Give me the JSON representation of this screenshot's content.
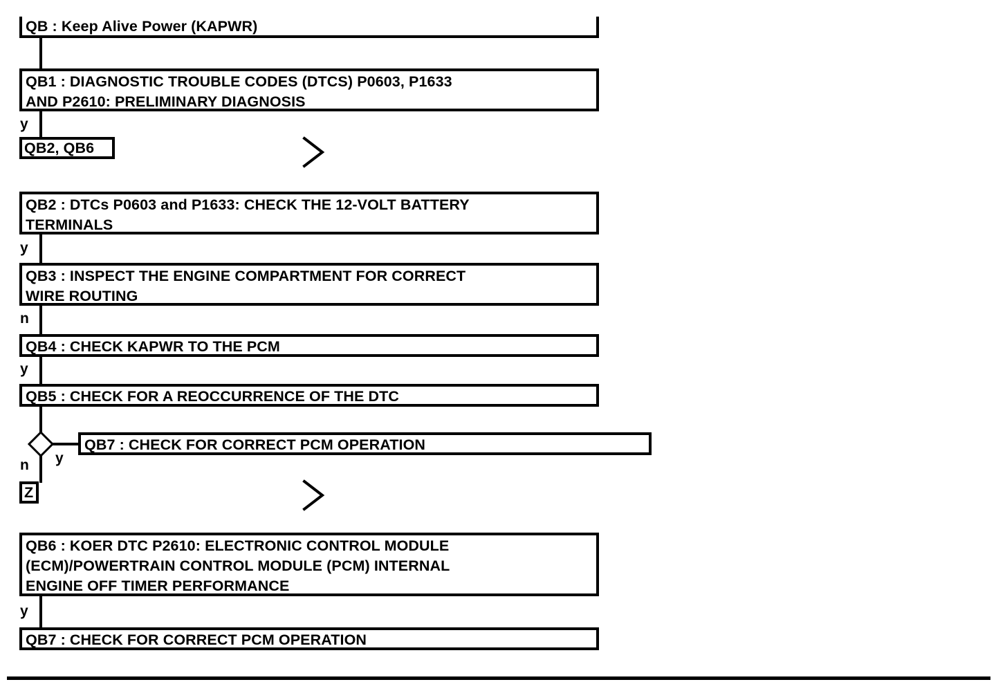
{
  "document": {
    "title": "QB : Keep Alive Power (KAPWR)",
    "type": "diagnostic-flowchart",
    "ink_color": "#000000",
    "background_color": "#ffffff"
  },
  "nodes": {
    "qb": {
      "label": "QB : Keep Alive Power (KAPWR)"
    },
    "qb1": {
      "label": "QB1 : DIAGNOSTIC TROUBLE CODES (DTCS) P0603, P1633\nAND P2610: PRELIMINARY DIAGNOSIS"
    },
    "qb2_qb6_ref": {
      "label": "QB2, QB6"
    },
    "qb2": {
      "label": "QB2 : DTCs P0603 and P1633: CHECK THE 12-VOLT BATTERY\nTERMINALS"
    },
    "qb3": {
      "label": "QB3 : INSPECT THE ENGINE COMPARTMENT FOR CORRECT\nWIRE ROUTING"
    },
    "qb4": {
      "label": "QB4 : CHECK KAPWR TO THE PCM"
    },
    "qb5": {
      "label": "QB5 : CHECK FOR A REOCCURRENCE OF THE DTC"
    },
    "qb7_branch": {
      "label": "QB7 : CHECK FOR CORRECT PCM OPERATION"
    },
    "z_ref": {
      "label": "Z"
    },
    "qb6": {
      "label": "QB6 : KOER DTC P2610: ELECTRONIC CONTROL MODULE\n(ECM)/POWERTRAIN CONTROL MODULE (PCM) INTERNAL\nENGINE OFF TIMER PERFORMANCE"
    },
    "qb7": {
      "label": "QB7 : CHECK FOR CORRECT PCM OPERATION"
    }
  },
  "branch_labels": {
    "qb1_to_ref": "y",
    "qb2_to_qb3": "y",
    "qb3_to_qb4": "n",
    "qb4_to_qb5": "y",
    "qb5_decision_no": "n",
    "qb5_decision_yes": "y",
    "qb6_to_qb7": "y"
  },
  "icons": {
    "continue_marker_top": "chevron-right-icon",
    "continue_marker_bottom": "chevron-right-icon",
    "decision": "diamond-decision-icon"
  }
}
